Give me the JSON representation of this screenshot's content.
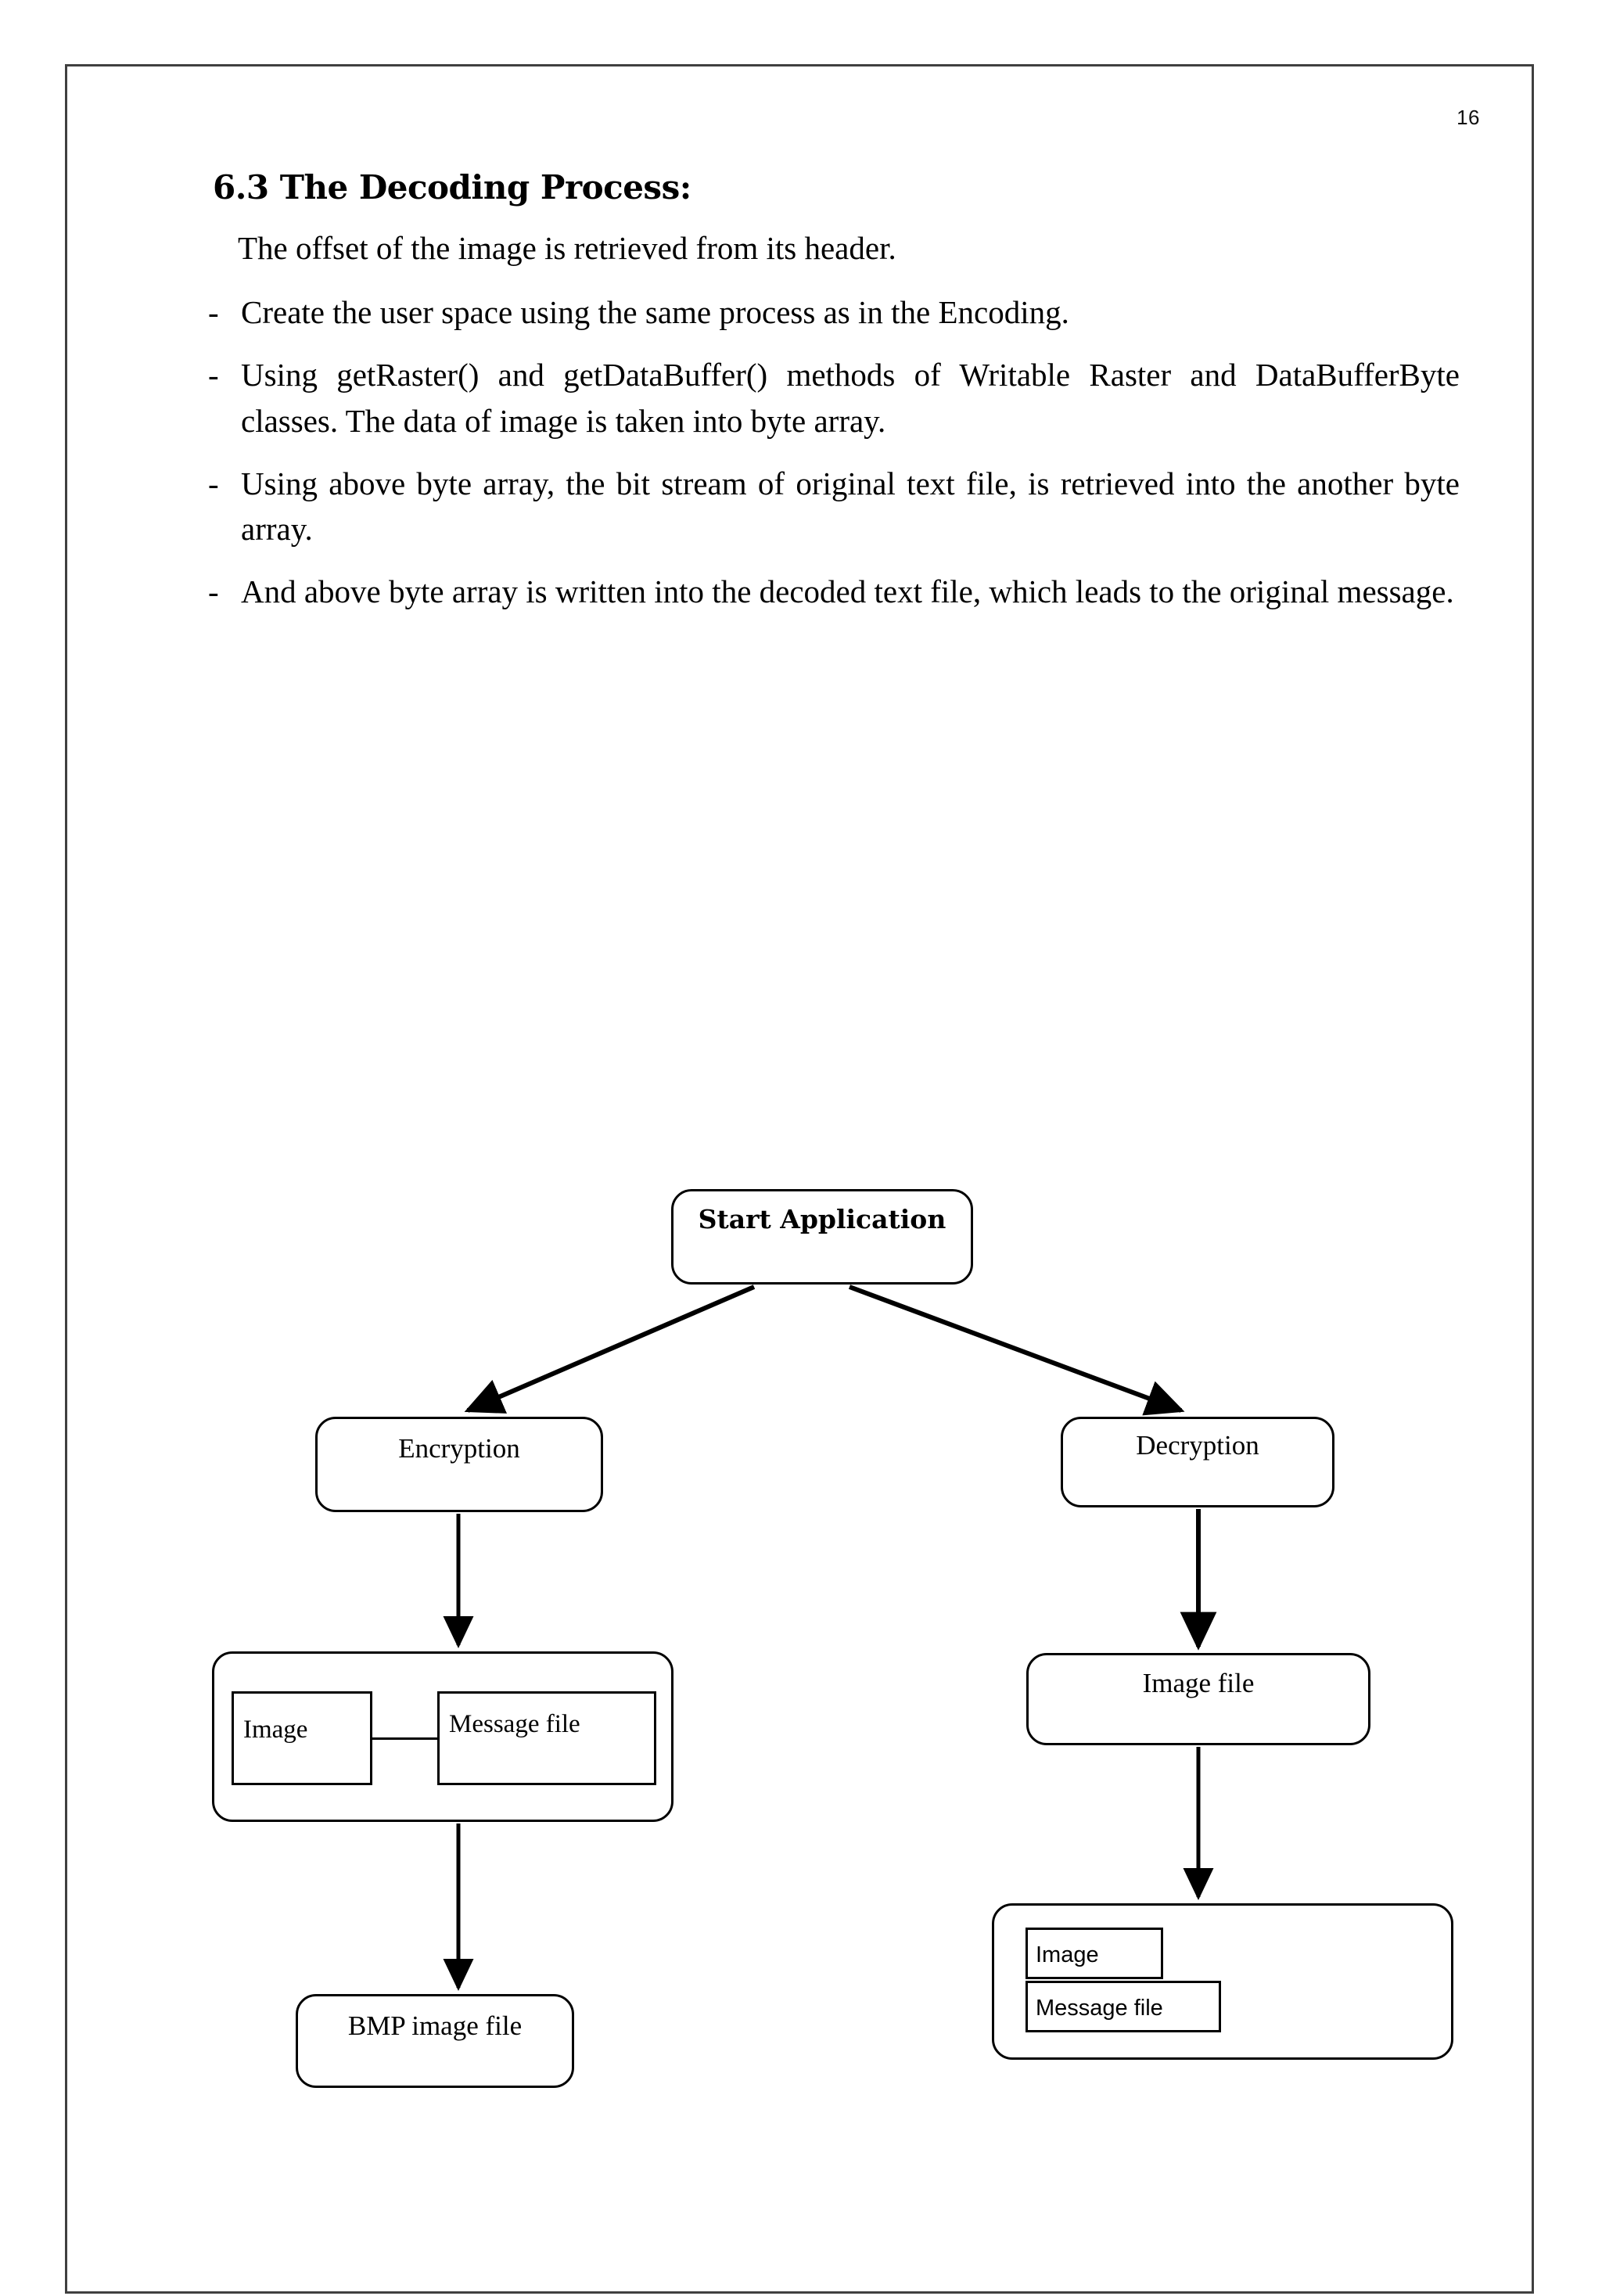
{
  "page": {
    "number": "16",
    "border_color": "#404040",
    "background": "#ffffff"
  },
  "content": {
    "heading": "6.3 The Decoding Process:",
    "lead": "The offset of the image is retrieved from its header.",
    "bullets": [
      {
        "marker": "-",
        "text": "Create the user space using the same process as in the Encoding."
      },
      {
        "marker": "-",
        "text": "Using getRaster() and getDataBuffer() methods of Writable Raster and DataBufferByte classes. The data of image is taken into byte array."
      },
      {
        "marker": "-",
        "text": "Using above byte array, the bit stream of original text file, is retrieved into the another byte array."
      },
      {
        "marker": "-",
        "text": "And above byte array is written into the decoded text file, which leads to the original message."
      }
    ]
  },
  "flowchart": {
    "stroke_color": "#000000",
    "nodes": {
      "start": "Start Application",
      "encryption": "Encryption",
      "decryption": "Decryption",
      "encryption_inner_image": "Image",
      "encryption_inner_message": "Message file",
      "image_file": "Image file",
      "bmp_image_file": "BMP image file",
      "decryption_inner_image": "Image",
      "decryption_inner_message": "Message file"
    }
  }
}
